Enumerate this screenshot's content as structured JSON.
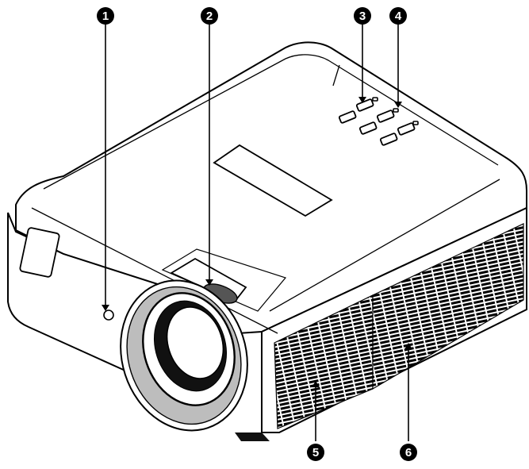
{
  "diagram": {
    "subject": "projector",
    "callouts": [
      {
        "number": "1",
        "target": "ir-sensor"
      },
      {
        "number": "2",
        "target": "lens-shift-control"
      },
      {
        "number": "3",
        "target": "keypad"
      },
      {
        "number": "4",
        "target": "status-leds"
      },
      {
        "number": "5",
        "target": "front-vent"
      },
      {
        "number": "6",
        "target": "side-vent"
      }
    ],
    "colors": {
      "line": "#000000",
      "callout_fill": "#000000",
      "callout_text": "#ffffff",
      "background": "#ffffff"
    }
  }
}
